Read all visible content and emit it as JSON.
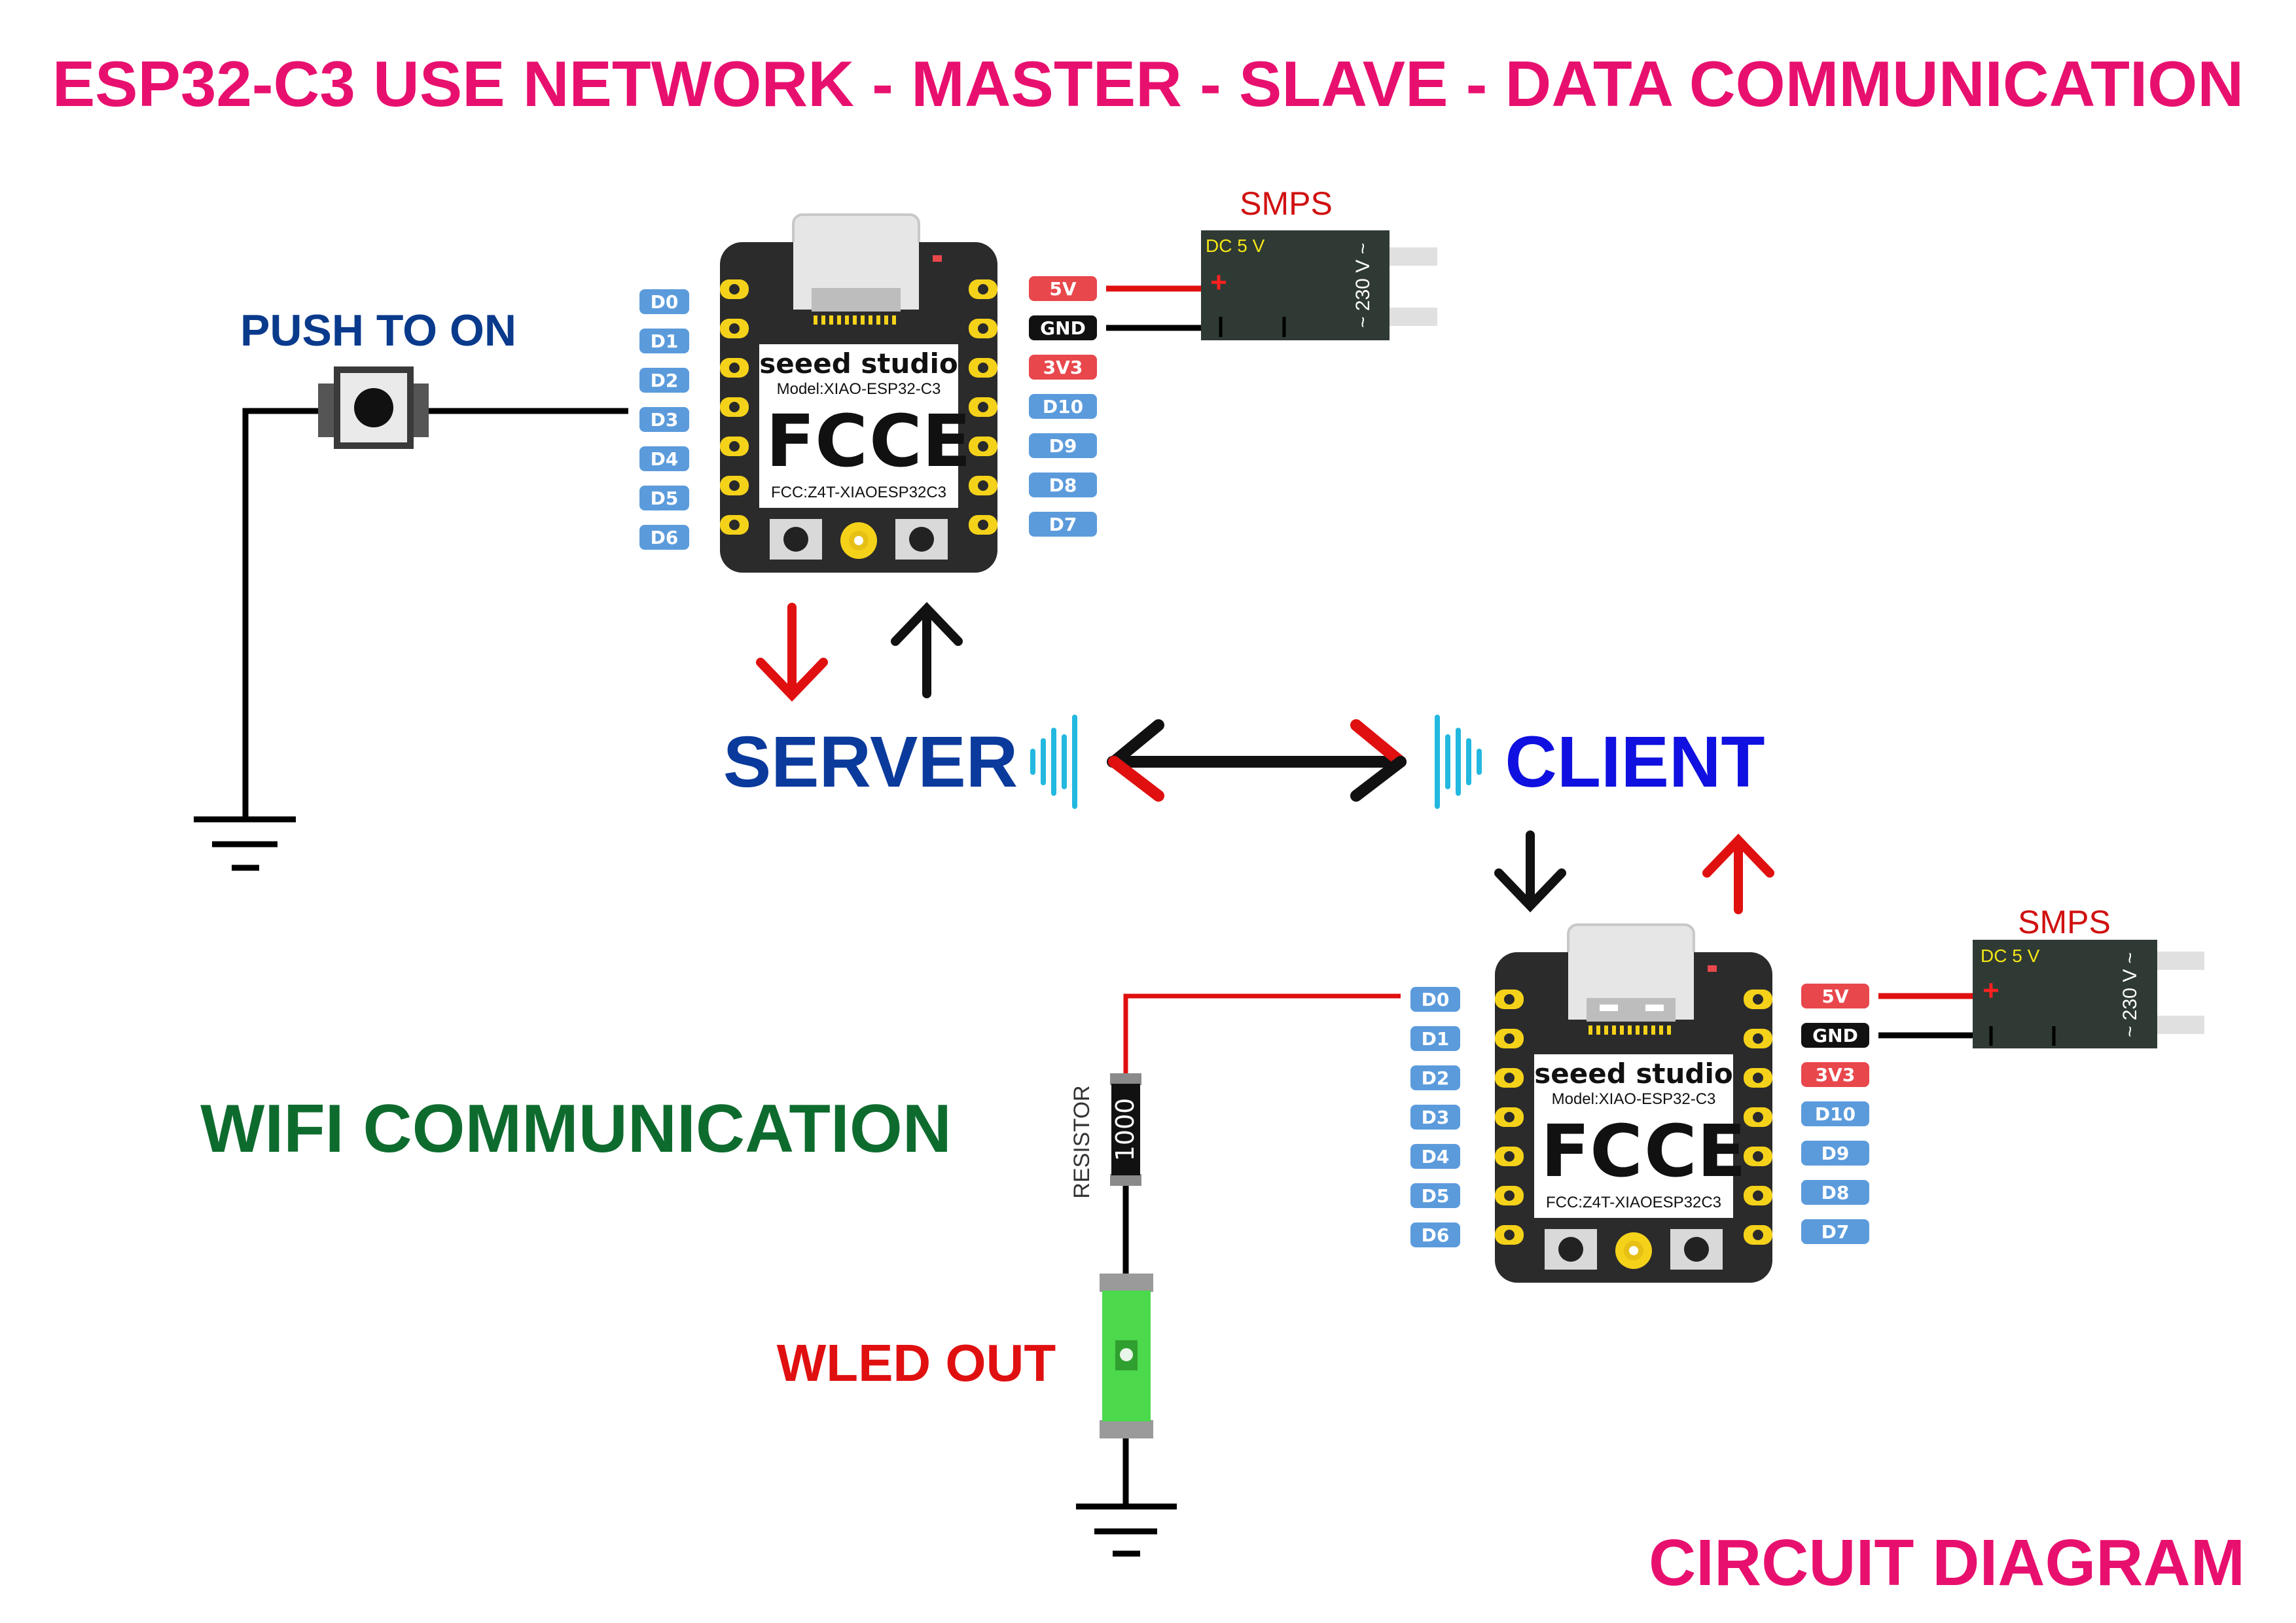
{
  "title": "ESP32-C3 USE NETWORK - MASTER - SLAVE - DATA COMMUNICATION",
  "footer": "CIRCUIT DIAGRAM",
  "mode_label": "WIFI COMMUNICATION",
  "push_label": "PUSH TO ON",
  "server_label": "SERVER",
  "client_label": "CLIENT",
  "led_label": "WLED OUT",
  "resistor_label": "RESISTOR",
  "resistor_value": "1000",
  "smps": {
    "label": "SMPS",
    "dc": "DC 5 V",
    "ac": "~ 230 V ~",
    "plus": "+"
  },
  "board": {
    "brand": "seeed studio",
    "model": "Model:XIAO-ESP32-C3",
    "fcc_id": "FCC:Z4T-XIAOESP32C3",
    "fc_mark": "FC",
    "ce_mark": "CE",
    "left_pins": [
      "D0",
      "D1",
      "D2",
      "D3",
      "D4",
      "D5",
      "D6"
    ],
    "right_pins": [
      "5V",
      "GND",
      "3V3",
      "D10",
      "D9",
      "D8",
      "D7"
    ]
  },
  "colors": {
    "title": "#e8106f",
    "server": "#0a3a9c",
    "client": "#1010e0",
    "mode": "#0e6b2e",
    "push": "#0a3a8c",
    "led_label": "#e01010",
    "smps_label": "#d01010",
    "pin_blue": "#5b9bdc",
    "pin_red": "#e8474c",
    "pin_black": "#111111",
    "wifi": "#22b8e0",
    "led_green": "#4cd94c"
  }
}
